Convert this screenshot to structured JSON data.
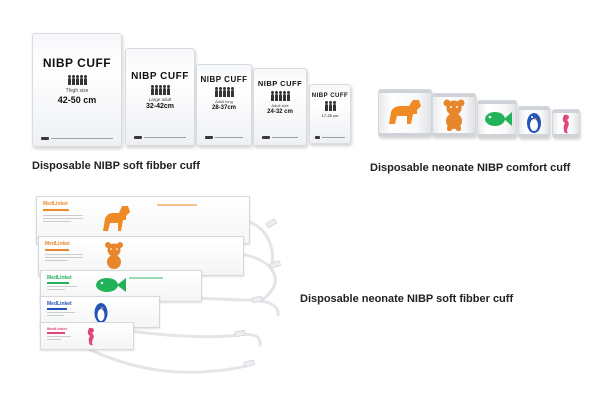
{
  "soft_fibber_cuffs": {
    "caption": "Disposable NIBP soft fibber cuff",
    "packs": [
      {
        "title": "NIBP CUFF",
        "size_label": "Thigh size",
        "size_range": "42-50 cm"
      },
      {
        "title": "NIBP CUFF",
        "size_label": "Large adult",
        "size_range": "32-42cm"
      },
      {
        "title": "NIBP CUFF",
        "size_label": "Adult long",
        "size_range": "28-37cm"
      },
      {
        "title": "NIBP CUFF",
        "size_label": "Adult size",
        "size_range": "24-32 cm"
      },
      {
        "title": "NIBP CUFF",
        "size_label": "",
        "size_range": "17-25 cm"
      }
    ]
  },
  "comfort_cuffs": {
    "caption": "Disposable neonate NIBP comfort cuff",
    "items": [
      {
        "animal": "horse-icon",
        "color": "#f08a24"
      },
      {
        "animal": "bear-icon",
        "color": "#e8862b"
      },
      {
        "animal": "fish-icon",
        "color": "#22b35a"
      },
      {
        "animal": "penguin-icon",
        "color": "#2554b8"
      },
      {
        "animal": "seahorse-icon",
        "color": "#e0457b"
      }
    ]
  },
  "neonate_soft_cuffs": {
    "caption": "Disposable neonate NIBP soft fibber cuff",
    "brand": "MedLinket",
    "items": [
      {
        "animal": "horse-icon",
        "color": "#f08a24"
      },
      {
        "animal": "bear-icon",
        "color": "#e8862b"
      },
      {
        "animal": "fish-icon",
        "color": "#22b35a"
      },
      {
        "animal": "penguin-icon",
        "color": "#2554b8"
      },
      {
        "animal": "seahorse-icon",
        "color": "#e0457b"
      }
    ]
  }
}
